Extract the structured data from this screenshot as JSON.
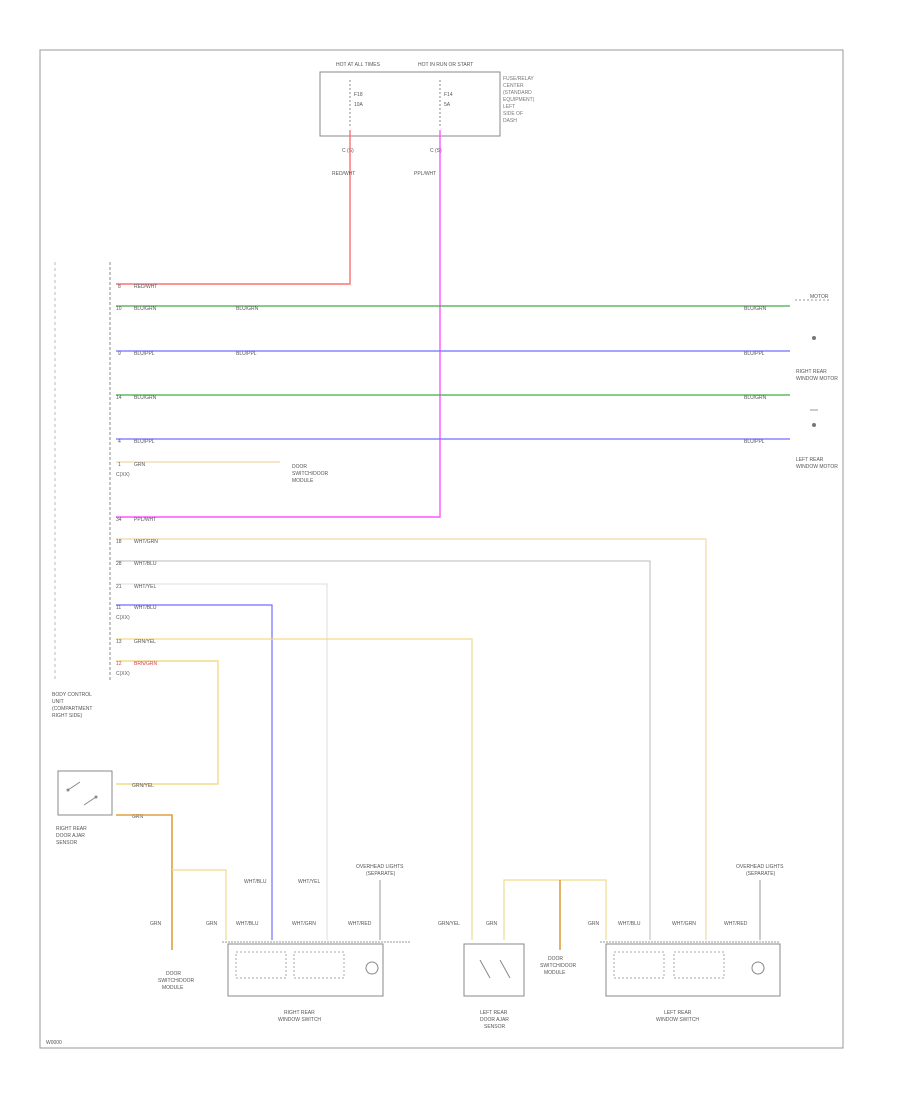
{
  "fuse_box": {
    "header_left": "HOT AT ALL TIMES",
    "header_right": "HOT IN RUN OR START",
    "fuse_left_num": "F18",
    "fuse_left_amp": "10A",
    "fuse_right_num": "F14",
    "fuse_right_amp": "5A",
    "desc_lines": [
      "FUSE/RELAY",
      "CENTER",
      "(STANDARD",
      "EQUIPMENT)",
      "LEFT",
      "SIDE OF",
      "DASH"
    ],
    "conn_left": "C (S)",
    "conn_right": "C (S)"
  },
  "feed_wires": {
    "red": "RED/WHT",
    "pink": "PPL/WHT"
  },
  "bcu_label_lines": [
    "BODY CONTROL",
    "UNIT",
    "(COMPARTMENT",
    "RIGHT SIDE)"
  ],
  "bcu_pins": [
    {
      "pin": "8",
      "wire": "RED/WHT"
    },
    {
      "pin": "10",
      "wire": "BLU/GRN",
      "mid": "BLU/GRN",
      "end": "BLU/GRN"
    },
    {
      "pin": "9",
      "wire": "BLU/PPL",
      "mid": "BLU/PPL",
      "end": "BLU/PPL"
    },
    {
      "pin": "14",
      "wire": "BLU/GRN",
      "end": "BLU/GRN"
    },
    {
      "pin": "4",
      "wire": "BLU/PPL",
      "end": "BLU/PPL"
    },
    {
      "pin": "1",
      "wire": "GRN",
      "sub": "C(XX)",
      "dest_lines": [
        "DOOR",
        "SWITCH/DOOR",
        "MODULE"
      ]
    },
    {
      "pin": "34",
      "wire": "PPL/WHT"
    },
    {
      "pin": "18",
      "wire": "WHT/GRN"
    },
    {
      "pin": "28",
      "wire": "WHT/BLU"
    },
    {
      "pin": "21",
      "wire": "WHT/YEL"
    },
    {
      "pin": "11",
      "wire": "WHT/BLU",
      "sub": "C(XX)"
    },
    {
      "pin": "13",
      "wire": "GRN/YEL"
    },
    {
      "pin": "12",
      "wire": "BRN/GRN",
      "sub": "C(XX)"
    }
  ],
  "right_rear_window_label": [
    "RIGHT REAR",
    "WINDOW MOTOR"
  ],
  "left_rear_window_label": [
    "LEFT REAR",
    "WINDOW MOTOR"
  ],
  "motor_top_label": "MOTOR",
  "rr_door_sensor": {
    "label_lines": [
      "RIGHT REAR",
      "DOOR AJAR",
      "SENSOR"
    ],
    "wire_top": "GRN/YEL",
    "wire_bottom": "GRN"
  },
  "rr_switch": {
    "wires": [
      "GRN",
      "GRN",
      "WHT/BLU",
      "WHT/GRN",
      "WHT/RED"
    ],
    "upper_wires": [
      "WHT/BLU",
      "WHT/YEL"
    ],
    "ground_label_lines": [
      "OVERHEAD LIGHTS",
      "(SEPARATE)"
    ],
    "label_lines": [
      "RIGHT REAR",
      "WINDOW SWITCH"
    ],
    "left_ground_lines": [
      "DOOR",
      "SWITCH/DOOR",
      "MODULE"
    ]
  },
  "lr_door_sensor": {
    "wires": [
      "GRN/YEL",
      "GRN"
    ],
    "label_lines": [
      "LEFT REAR",
      "DOOR AJAR",
      "SENSOR"
    ],
    "ground_lines": [
      "DOOR",
      "SWITCH/DOOR",
      "MODULE"
    ]
  },
  "lr_switch": {
    "wires": [
      "GRN",
      "WHT/BLU",
      "WHT/GRN",
      "WHT/RED"
    ],
    "ground_label_lines": [
      "OVERHEAD LIGHTS",
      "(SEPARATE)"
    ],
    "label_lines": [
      "LEFT REAR",
      "WINDOW SWITCH"
    ]
  },
  "footer_id": "W0000",
  "wire_colors": {
    "red": "#ff7070",
    "pink": "#ff55ff",
    "green": "#44aa44",
    "blue": "#6f6fff",
    "tan": "#f0d8a8",
    "yellow": "#f0dc8c",
    "orange": "#e0a040",
    "gray": "#bbbbbb",
    "frame": "#999999"
  }
}
